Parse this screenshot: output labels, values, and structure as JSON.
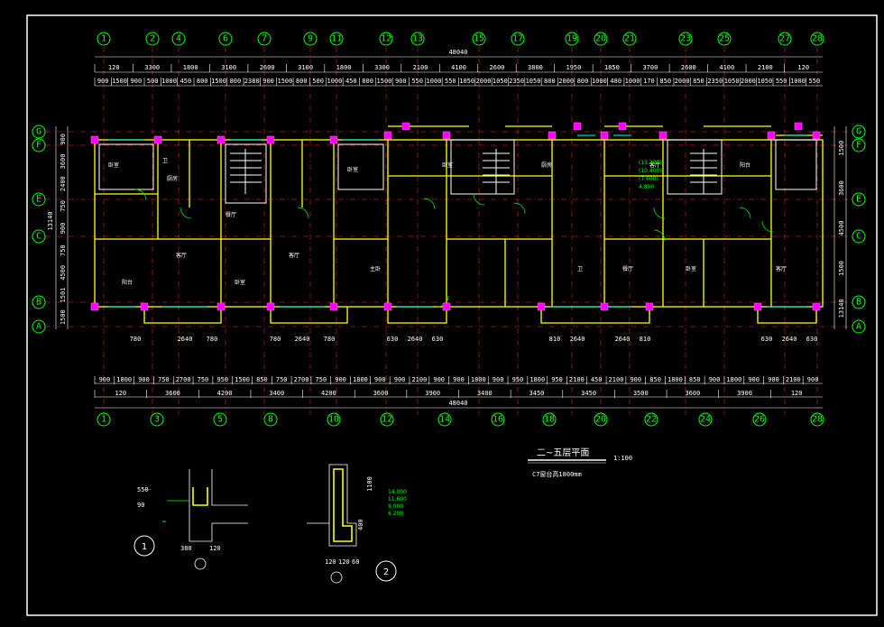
{
  "axes_top": [
    "1",
    "2",
    "4",
    "6",
    "7",
    "9",
    "11",
    "12",
    "13",
    "15",
    "17",
    "19",
    "20",
    "21",
    "23",
    "25",
    "27",
    "28"
  ],
  "axes_bottom": [
    "1",
    "3",
    "5",
    "8",
    "10",
    "12",
    "14",
    "16",
    "18",
    "20",
    "22",
    "24",
    "26",
    "28"
  ],
  "axes_left": [
    "G",
    "F",
    "E",
    "C",
    "B",
    "A"
  ],
  "axes_right": [
    "G",
    "F",
    "E",
    "C",
    "B",
    "A"
  ],
  "dims_top_row1": [
    "120",
    "3300",
    "1800",
    "3100",
    "2600",
    "3100",
    "1800",
    "3300",
    "2100",
    "4100",
    "2600",
    "3800",
    "1950",
    "1850",
    "3700",
    "2600",
    "4100",
    "2100",
    "120"
  ],
  "dims_top_row2": [
    "900",
    "1500",
    "900",
    "500",
    "1000",
    "450",
    "800",
    "1500",
    "800",
    "2380",
    "900",
    "1500",
    "800",
    "500",
    "1000",
    "450",
    "800",
    "1500",
    "900",
    "550",
    "1000",
    "550",
    "1050",
    "2000",
    "1050",
    "2350",
    "1050",
    "800",
    "2000",
    "800",
    "1000",
    "480",
    "1000",
    "170",
    "850",
    "2000",
    "850",
    "2350",
    "1050",
    "2000",
    "1050",
    "550",
    "1000",
    "550"
  ],
  "total_top": "48040",
  "dims_bottom_row1": [
    "900",
    "1800",
    "900",
    "750",
    "2700",
    "750",
    "950",
    "1500",
    "850",
    "750",
    "2700",
    "750",
    "900",
    "1800",
    "900",
    "900",
    "2100",
    "900",
    "900",
    "1800",
    "900",
    "950",
    "1800",
    "950",
    "2100",
    "450",
    "2100",
    "900",
    "850",
    "1800",
    "850",
    "900",
    "1800",
    "900",
    "900",
    "2100",
    "900"
  ],
  "dims_bottom_row2": [
    "120",
    "3600",
    "4200",
    "3400",
    "4200",
    "3600",
    "3900",
    "3400",
    "3450",
    "3450",
    "3500",
    "3600",
    "3900",
    "120"
  ],
  "total_bottom": "48040",
  "dims_left": [
    "900",
    "3600",
    "2400",
    "750",
    "900",
    "750",
    "4500",
    "1501",
    "1500"
  ],
  "dims_left_total": "13140",
  "dims_right": [
    "1500",
    "3600",
    "4500",
    "1500",
    "13140"
  ],
  "room_labels": [
    "卧室",
    "厨房",
    "卫",
    "餐厅",
    "客厅",
    "阳台",
    "卧室",
    "客厅",
    "卧室",
    "主卧"
  ],
  "balcony_dims": [
    "780",
    "2640",
    "780",
    "780",
    "2640",
    "780",
    "630",
    "2640",
    "630",
    "810",
    "2640",
    "2640",
    "810",
    "630",
    "2640",
    "630"
  ],
  "heights": [
    "(13.200)",
    "(10.400)",
    "(7.600)",
    "4.800"
  ],
  "plan_title": "二~五层平面",
  "plan_scale": "1:100",
  "plan_note": "C7窗台高1800mm",
  "detail1_label": "1",
  "detail2_label": "2",
  "detail1_dims": [
    "380",
    "120",
    "550",
    "90"
  ],
  "detail2_dims": [
    "120",
    "120",
    "60",
    "1100",
    "400"
  ],
  "detail2_levels": [
    "14.000",
    "11.600",
    "9.000",
    "6.200"
  ],
  "colors": {
    "axis_bubble": "#00ff00",
    "wall": "#ffff00",
    "column": "#ff00ff",
    "axis_line": "#ff2a2a",
    "dimension": "#ffffff",
    "window": "#00ffff"
  }
}
